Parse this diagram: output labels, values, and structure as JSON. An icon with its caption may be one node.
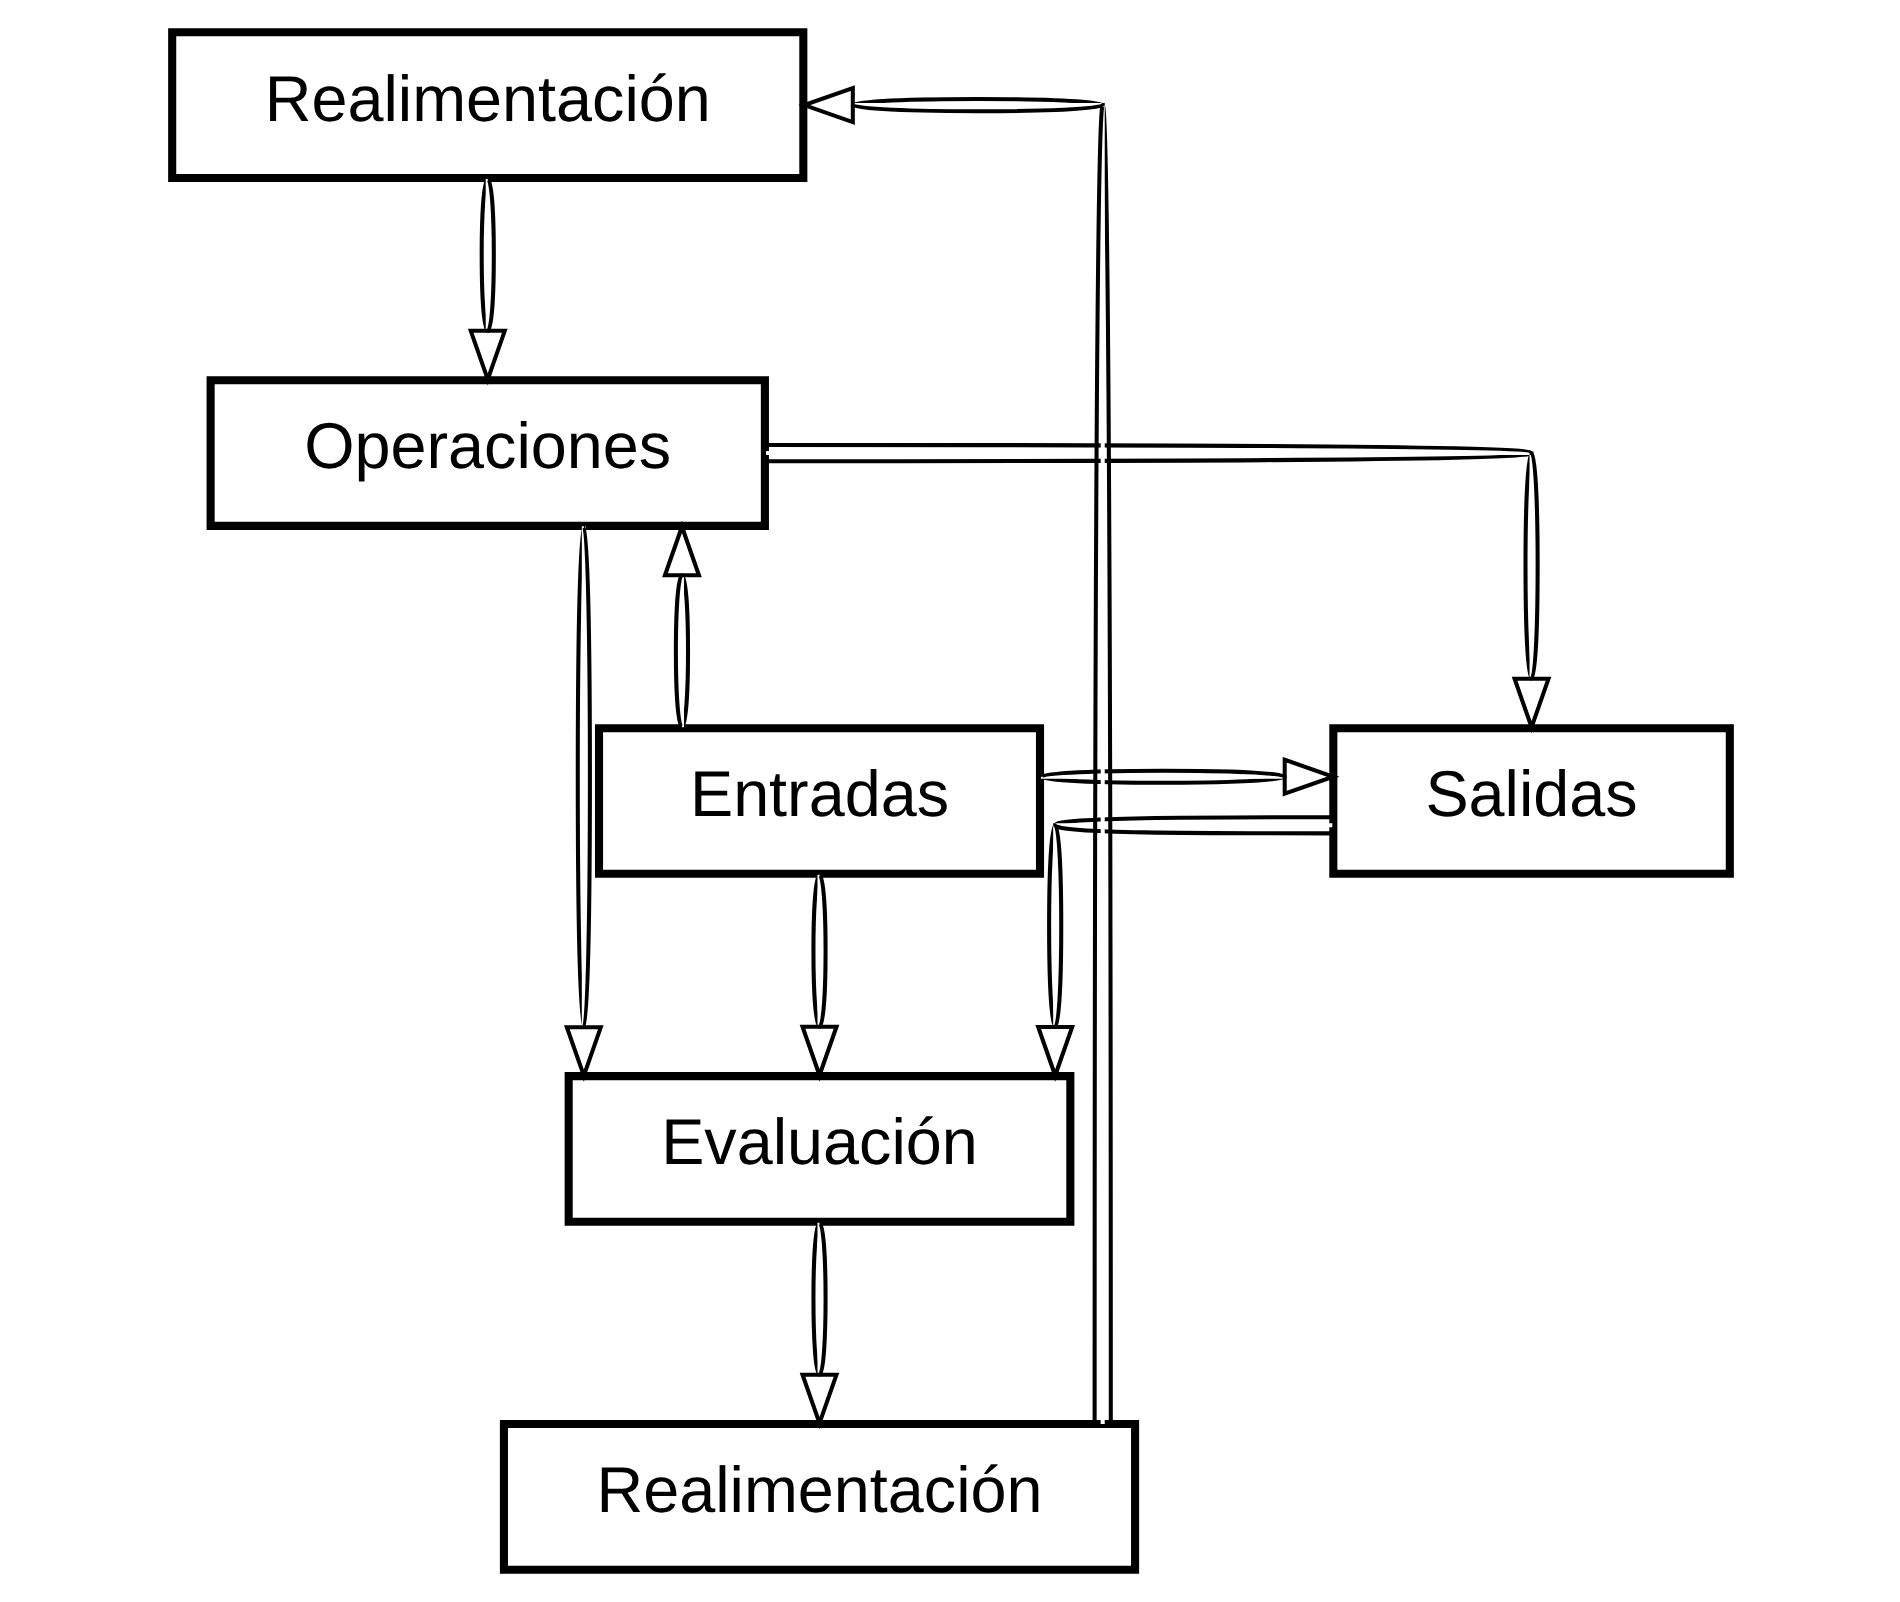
{
  "diagram": {
    "nodes": [
      {
        "text": [
          "Realimentación"
        ]
      },
      {
        "text": [
          "Operaciones"
        ]
      },
      {
        "text": [
          "Entradas"
        ]
      },
      {
        "text": [
          "Salidas"
        ]
      },
      {
        "text": [
          "Evaluación"
        ]
      },
      {
        "text": [
          "Realimentación"
        ]
      }
    ],
    "edges": [
      {
        "from": 0,
        "to": 1,
        "arrow": "to"
      },
      {
        "from": 2,
        "to": 1,
        "arrow": "to"
      },
      {
        "from": 1,
        "to": 3,
        "arrow": "to"
      },
      {
        "from": 2,
        "to": 3,
        "arrow": "to"
      },
      {
        "from": 1,
        "to": 4,
        "arrow": "to"
      },
      {
        "from": 2,
        "to": 4,
        "arrow": "to"
      },
      {
        "from": 3,
        "to": 4,
        "arrow": "to"
      },
      {
        "from": 4,
        "to": 5,
        "arrow": "to"
      },
      {
        "from": 5,
        "to": 0,
        "arrow": "to"
      }
    ]
  }
}
